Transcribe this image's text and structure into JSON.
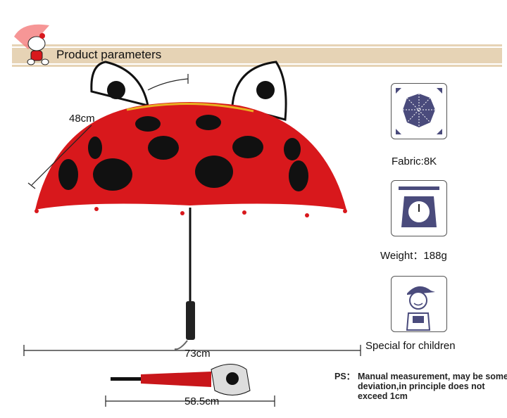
{
  "header": {
    "title": "Product parameters",
    "logo": "kitty-umbrella-logo"
  },
  "dimensions": {
    "height": "48cm",
    "width": "73cm",
    "folded_length": "58.5cm"
  },
  "specs": [
    {
      "icon": "umbrella-top-icon",
      "label": "Fabric:8K"
    },
    {
      "icon": "scale-icon",
      "label": "Weight：188g"
    },
    {
      "icon": "child-icon",
      "label": "Special for children"
    }
  ],
  "note": {
    "prefix": "PS：",
    "text": "Manual measurement, may be some deviation,in principle does not exceed 1cm"
  },
  "colors": {
    "band": "#e6d3b5",
    "umbrella": "#d8181c",
    "spots": "#111111",
    "icon": "#4a4b7c"
  }
}
